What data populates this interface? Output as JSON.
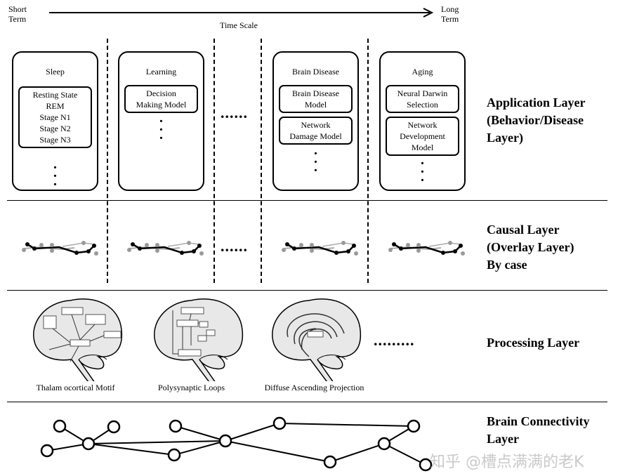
{
  "timescale": {
    "short": "Short Term",
    "long": "Long Term",
    "label": "Time Scale"
  },
  "columns": [
    {
      "title": "Sleep",
      "items": [
        "Resting State\nREM\nStage N1\nStage N2\nStage N3"
      ]
    },
    {
      "title": "Learning",
      "items": [
        "Decision\nMaking Model"
      ]
    },
    {
      "title": "Brain Disease",
      "items": [
        "Brain Disease\nModel",
        "Network\nDamage Model"
      ]
    },
    {
      "title": "Aging",
      "items": [
        "Neural Darwin\nSelection",
        "Network\nDevelopment\nModel"
      ]
    }
  ],
  "ellipsis": "......",
  "processing_ellipsis": ".........",
  "layers": {
    "application": "Application Layer (Behavior/Disease Layer)",
    "application_lines": [
      "Application Layer",
      "(Behavior/Disease",
      "Layer)"
    ],
    "causal_lines": [
      "Causal Layer",
      "(Overlay Layer)",
      "By case"
    ],
    "processing": "Processing Layer",
    "connectivity_lines": [
      "Brain Connectivity",
      "Layer"
    ]
  },
  "processing_motifs": [
    "Thalam ocortical Motif",
    "Polysynaptic Loops",
    "Diffuse Ascending Projection"
  ],
  "watermark": "知乎 @槽点满满的老K"
}
